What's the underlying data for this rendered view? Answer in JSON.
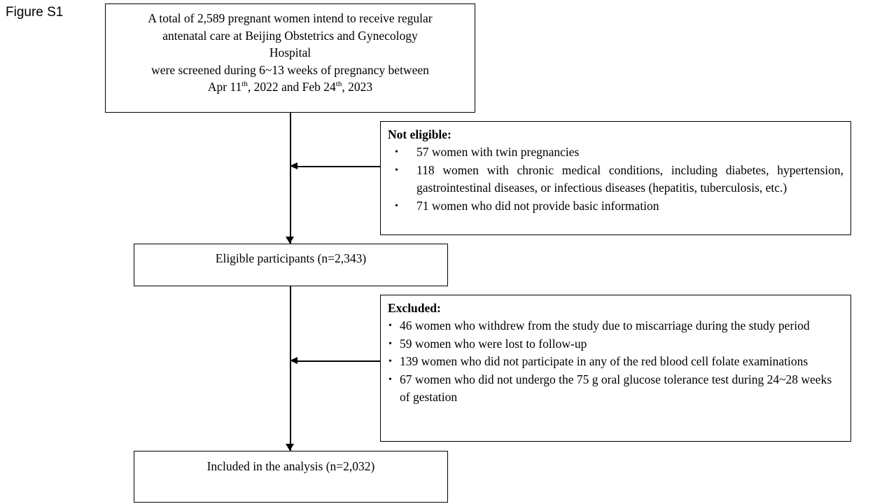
{
  "figure": {
    "label": "Figure S1"
  },
  "flowchart": {
    "screened_box": {
      "line1": "A total of 2,589 pregnant women intend to receive regular",
      "line2": "antenatal care at Beijing Obstetrics and Gynecology",
      "line3": "Hospital",
      "line4": "were screened during 6~13 weeks of pregnancy between",
      "line5_a": "Apr 11",
      "line5_sup1": "th",
      "line5_b": ", 2022 and Feb 24",
      "line5_sup2": "th",
      "line5_c": ", 2023"
    },
    "not_eligible_box": {
      "heading": "Not eligible:",
      "items": [
        "57 women with twin pregnancies",
        "118 women with chronic medical conditions, including diabetes, hypertension, gastrointestinal diseases, or infectious diseases (hepatitis, tuberculosis, etc.)",
        "71 women who did not provide basic information"
      ]
    },
    "eligible_box": {
      "title": "Eligible participants",
      "count": "(n=2,343)"
    },
    "excluded_box": {
      "heading": "Excluded:",
      "items": [
        "46 women who withdrew from the study due to miscarriage during the study period",
        "59 women who were lost to follow-up",
        "139 women who did not participate in any of the red blood cell folate examinations",
        "67 women who did not undergo the 75 g oral glucose tolerance test during 24~28 weeks of gestation"
      ]
    },
    "included_box": {
      "title": "Included in the analysis",
      "count": "(n=2,032)"
    }
  },
  "colors": {
    "stroke": "#000000",
    "background": "#ffffff"
  }
}
